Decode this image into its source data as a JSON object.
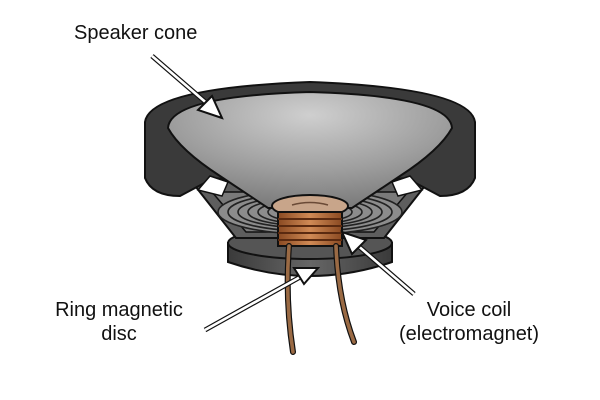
{
  "labels": {
    "speaker_cone": "Speaker cone",
    "ring_magnet_line1": "Ring magnetic",
    "ring_magnet_line2": "disc",
    "voice_coil_line1": "Voice coil",
    "voice_coil_line2": "(electromagnet)"
  },
  "colors": {
    "rim": "#3a3a3a",
    "cone": "#9a9a9a",
    "basket": "#6e6e6e",
    "magnet": "#4a4a4a",
    "coil": "#b06a3a",
    "wire": "#8a5a3a",
    "outline": "#111111"
  }
}
